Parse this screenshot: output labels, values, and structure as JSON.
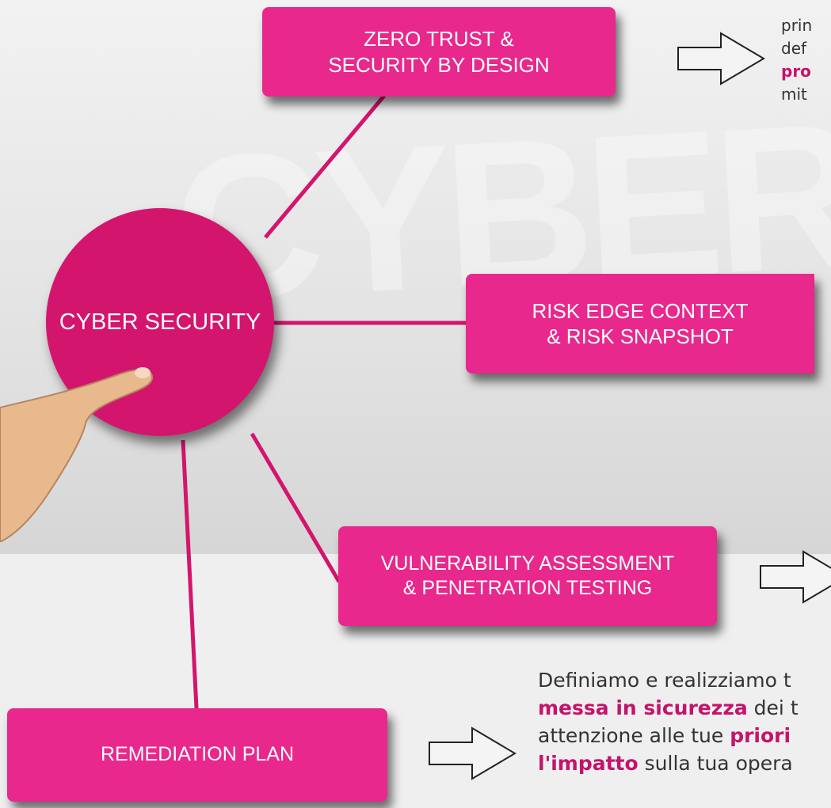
{
  "diagram": {
    "center": {
      "label": "CYBER SECURITY"
    },
    "nodes": [
      {
        "id": "zero-trust",
        "lines": [
          "ZERO TRUST &",
          "SECURITY BY DESIGN"
        ]
      },
      {
        "id": "risk-edge",
        "lines": [
          "RISK EDGE CONTEXT",
          "& RISK SNAPSHOT"
        ]
      },
      {
        "id": "vapt",
        "lines": [
          "VULNERABILITY ASSESSMENT",
          "& PENETRATION TESTING"
        ]
      },
      {
        "id": "remediation",
        "lines": [
          "REMEDIATION PLAN"
        ]
      }
    ]
  },
  "texts": {
    "top_right": {
      "line1": "prin",
      "line2": "def",
      "line3_bold": "pro",
      "line4": "mit"
    },
    "bottom": {
      "line1": "Definiamo e realizziamo t",
      "line2_bold": "messa in sicurezza",
      "line2_rest": " dei t",
      "line3": "attenzione alle tue ",
      "line3_bold": "priori",
      "line4_bold": "l'impatto",
      "line4_rest": " sulla tua opera"
    }
  },
  "colors": {
    "box": "#e8288c",
    "circle": "#d3156e",
    "connector": "#d3156e"
  },
  "icons": [
    "right-arrow-icon",
    "right-arrow-icon",
    "right-arrow-icon",
    "pointing-hand"
  ]
}
